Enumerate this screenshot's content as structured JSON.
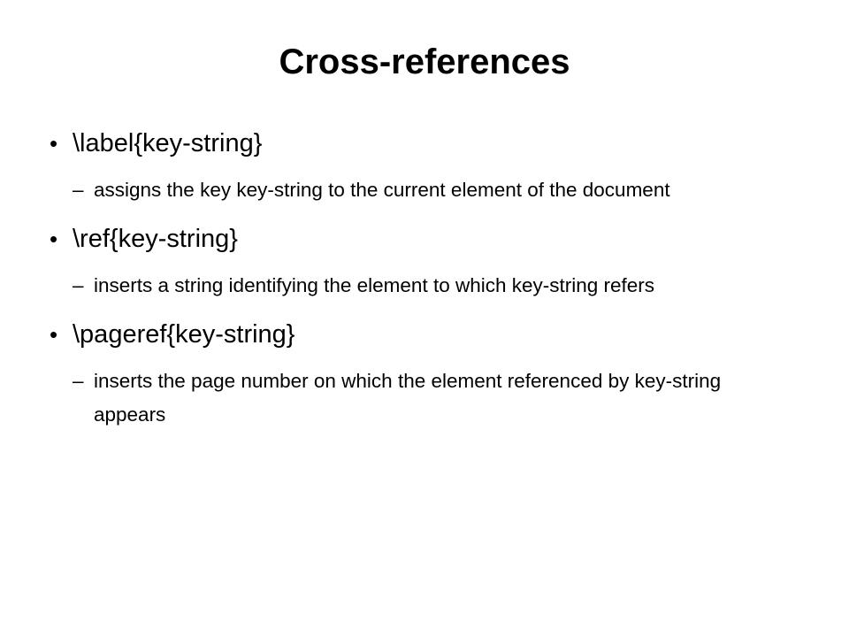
{
  "slide": {
    "title": "Cross-references",
    "bullet_glyph": "•",
    "dash_glyph": "–",
    "items": [
      {
        "label": "\\label{key-string}",
        "description": "assigns the key key-string to the current element of the document"
      },
      {
        "label": "\\ref{key-string}",
        "description": "inserts a string identifying the element to which key-string refers"
      },
      {
        "label": "\\pageref{key-string}",
        "description": "inserts the page number on which the element referenced by key-string appears"
      }
    ]
  }
}
